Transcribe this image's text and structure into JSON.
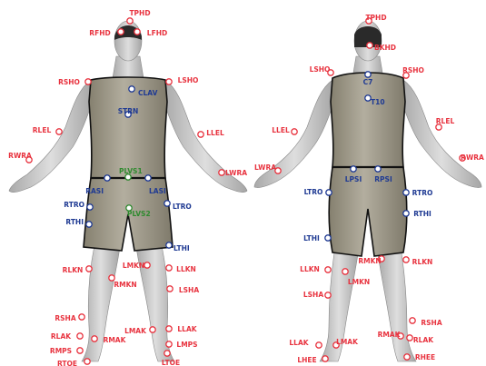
{
  "colors": {
    "red": "#e8333f",
    "blue": "#1f3a93",
    "green": "#2f8a2f",
    "skin": "#c9c9c9",
    "suit": "#9a9589"
  },
  "front": {
    "markers": [
      {
        "id": "tphd",
        "label": "TPHD",
        "color": "red"
      },
      {
        "id": "rfhd",
        "label": "RFHD",
        "color": "red"
      },
      {
        "id": "lfhd",
        "label": "LFHD",
        "color": "red"
      },
      {
        "id": "rsho",
        "label": "RSHO",
        "color": "red"
      },
      {
        "id": "lsho",
        "label": "LSHO",
        "color": "red"
      },
      {
        "id": "clav",
        "label": "CLAV",
        "color": "blue"
      },
      {
        "id": "strn",
        "label": "STRN",
        "color": "blue"
      },
      {
        "id": "rlel",
        "label": "RLEL",
        "color": "red"
      },
      {
        "id": "llel",
        "label": "LLEL",
        "color": "red"
      },
      {
        "id": "rwra",
        "label": "RWRA",
        "color": "red"
      },
      {
        "id": "lwra",
        "label": "LWRA",
        "color": "red"
      },
      {
        "id": "plvs1",
        "label": "PLVS1",
        "color": "green"
      },
      {
        "id": "rasi",
        "label": "RASI",
        "color": "blue"
      },
      {
        "id": "lasi",
        "label": "LASI",
        "color": "blue"
      },
      {
        "id": "plvs2",
        "label": "PLVS2",
        "color": "green"
      },
      {
        "id": "rtro",
        "label": "RTRO",
        "color": "blue"
      },
      {
        "id": "ltro",
        "label": "LTRO",
        "color": "blue"
      },
      {
        "id": "rthi",
        "label": "RTHI",
        "color": "blue"
      },
      {
        "id": "lthi",
        "label": "LTHI",
        "color": "blue"
      },
      {
        "id": "rlkn",
        "label": "RLKN",
        "color": "red"
      },
      {
        "id": "lmkn",
        "label": "LMKN",
        "color": "red"
      },
      {
        "id": "llkn",
        "label": "LLKN",
        "color": "red"
      },
      {
        "id": "rmkn",
        "label": "RMKN",
        "color": "red"
      },
      {
        "id": "lsha",
        "label": "LSHA",
        "color": "red"
      },
      {
        "id": "rsha",
        "label": "RSHA",
        "color": "red"
      },
      {
        "id": "rlak",
        "label": "RLAK",
        "color": "red"
      },
      {
        "id": "rmak",
        "label": "RMAK",
        "color": "red"
      },
      {
        "id": "lmak",
        "label": "LMAK",
        "color": "red"
      },
      {
        "id": "llak",
        "label": "LLAK",
        "color": "red"
      },
      {
        "id": "rmps",
        "label": "RMPS",
        "color": "red"
      },
      {
        "id": "lmps",
        "label": "LMPS",
        "color": "red"
      },
      {
        "id": "rtoe",
        "label": "RTOE",
        "color": "red"
      },
      {
        "id": "ltoe",
        "label": "LTOE",
        "color": "red"
      }
    ]
  },
  "back": {
    "markers": [
      {
        "id": "tphd",
        "label": "TPHD",
        "color": "red"
      },
      {
        "id": "bkhd",
        "label": "BKHD",
        "color": "red"
      },
      {
        "id": "lsho",
        "label": "LSHO",
        "color": "red"
      },
      {
        "id": "rsho",
        "label": "RSHO",
        "color": "red"
      },
      {
        "id": "c7",
        "label": "C7",
        "color": "blue"
      },
      {
        "id": "t10",
        "label": "T10",
        "color": "blue"
      },
      {
        "id": "llel",
        "label": "LLEL",
        "color": "red"
      },
      {
        "id": "rlel",
        "label": "RLEL",
        "color": "red"
      },
      {
        "id": "lwra",
        "label": "LWRA",
        "color": "red"
      },
      {
        "id": "rwra",
        "label": "RWRA",
        "color": "red"
      },
      {
        "id": "lpsi",
        "label": "LPSI",
        "color": "blue"
      },
      {
        "id": "rpsi",
        "label": "RPSI",
        "color": "blue"
      },
      {
        "id": "ltro",
        "label": "LTRO",
        "color": "blue"
      },
      {
        "id": "rtro",
        "label": "RTRO",
        "color": "blue"
      },
      {
        "id": "rthi",
        "label": "RTHI",
        "color": "blue"
      },
      {
        "id": "lthi",
        "label": "LTHI",
        "color": "blue"
      },
      {
        "id": "llkn",
        "label": "LLKN",
        "color": "red"
      },
      {
        "id": "rmkn",
        "label": "RMKN",
        "color": "red"
      },
      {
        "id": "rlkn",
        "label": "RLKN",
        "color": "red"
      },
      {
        "id": "lmkn",
        "label": "LMKN",
        "color": "red"
      },
      {
        "id": "lsha",
        "label": "LSHA",
        "color": "red"
      },
      {
        "id": "rsha",
        "label": "RSHA",
        "color": "red"
      },
      {
        "id": "llak",
        "label": "LLAK",
        "color": "red"
      },
      {
        "id": "lmak",
        "label": "LMAK",
        "color": "red"
      },
      {
        "id": "rmak",
        "label": "RMAK",
        "color": "red"
      },
      {
        "id": "rlak",
        "label": "RLAK",
        "color": "red"
      },
      {
        "id": "lhee",
        "label": "LHEE",
        "color": "red"
      },
      {
        "id": "rhee",
        "label": "RHEE",
        "color": "red"
      }
    ]
  }
}
